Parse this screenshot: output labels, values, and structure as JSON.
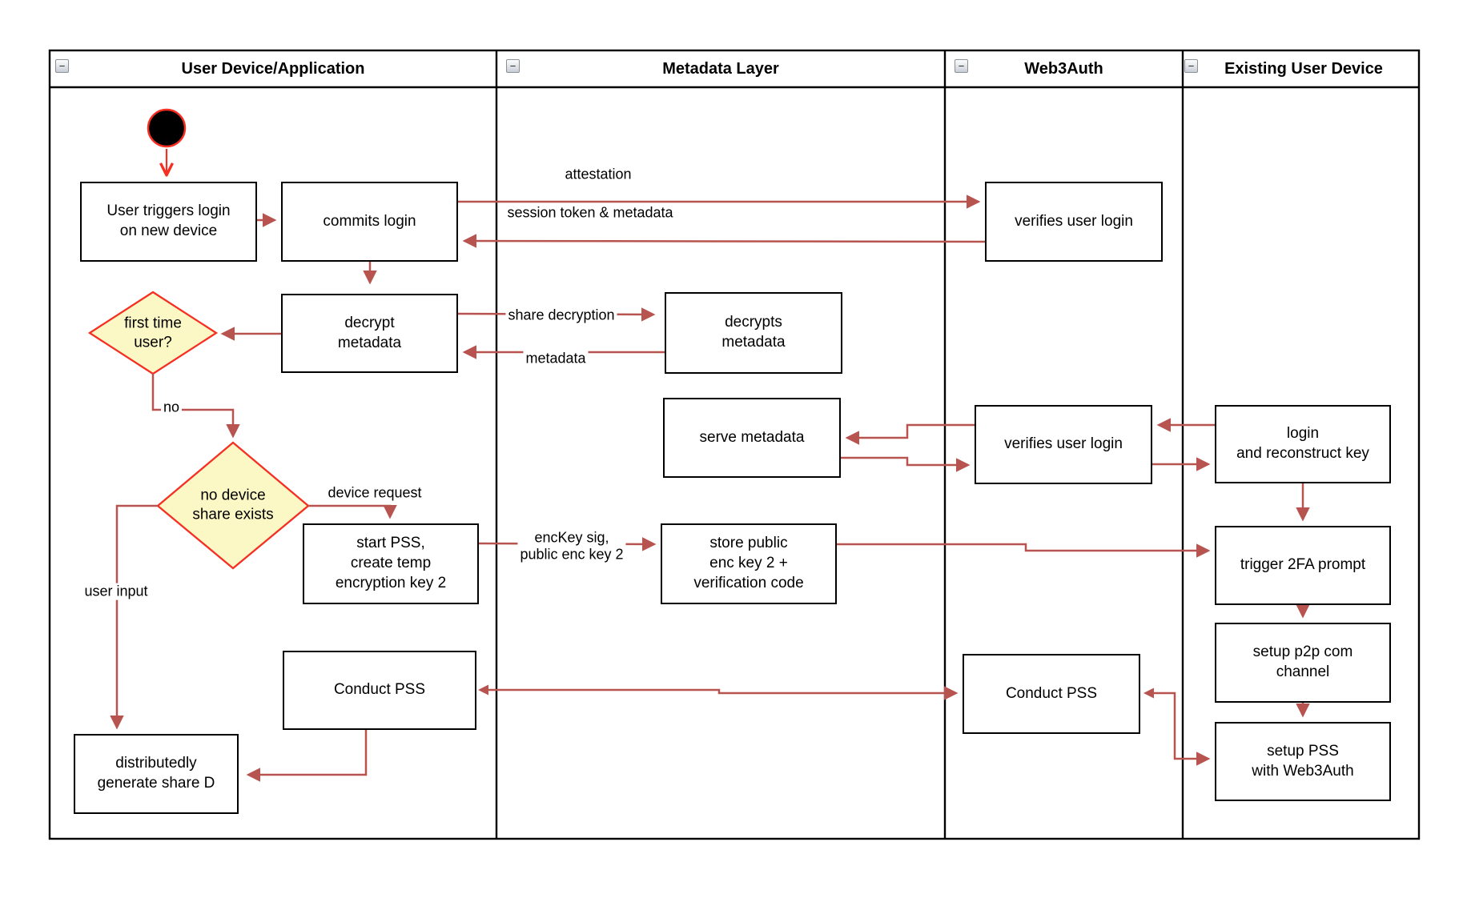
{
  "diagram": {
    "collapse_glyph": "−",
    "lanes": [
      {
        "id": "user-device-application",
        "title": "User Device/Application"
      },
      {
        "id": "metadata-layer",
        "title": "Metadata Layer"
      },
      {
        "id": "web3auth",
        "title": "Web3Auth"
      },
      {
        "id": "existing-user-device",
        "title": "Existing User Device"
      }
    ],
    "nodes": {
      "start": {
        "type": "start-circle"
      },
      "user_triggers": {
        "label": "User triggers login\non new device"
      },
      "commits_login": {
        "label": "commits login"
      },
      "decrypt_metadata": {
        "label": "decrypt\nmetadata"
      },
      "first_time_user": {
        "label": "first time\nuser?",
        "type": "decision"
      },
      "no_device_share": {
        "label": "no device\nshare exists",
        "type": "decision"
      },
      "start_pss": {
        "label": "start PSS,\ncreate temp\nencryption key 2"
      },
      "conduct_pss_left": {
        "label": "Conduct PSS"
      },
      "distributedly_generate": {
        "label": "distributedly\ngenerate share D"
      },
      "decrypts_metadata": {
        "label": "decrypts\nmetadata"
      },
      "serve_metadata": {
        "label": "serve metadata"
      },
      "store_public": {
        "label": "store public\nenc key 2 +\nverification code"
      },
      "verifies_user_login_top": {
        "label": "verifies user login"
      },
      "verifies_user_login_mid": {
        "label": "verifies user login"
      },
      "conduct_pss_w3a": {
        "label": "Conduct PSS"
      },
      "login_reconstruct": {
        "label": "login\nand reconstruct key"
      },
      "trigger_2fa": {
        "label": "trigger 2FA prompt"
      },
      "setup_p2p": {
        "label": "setup p2p com\nchannel"
      },
      "setup_pss": {
        "label": "setup PSS\nwith Web3Auth"
      }
    },
    "edge_labels": {
      "attestation": "attestation",
      "session_token": "session token & metadata",
      "share_decryption": "share decryption",
      "metadata": "metadata",
      "no": "no",
      "device_request": "device request",
      "user_input": "user input",
      "enckey": "encKey sig,\npublic enc key 2"
    },
    "colors": {
      "arrow": "#B85450",
      "highlight_red": "#F52F22",
      "diamond_fill": "#FCF8C5",
      "box_border": "#000000",
      "background": "#FFFFFF"
    }
  }
}
